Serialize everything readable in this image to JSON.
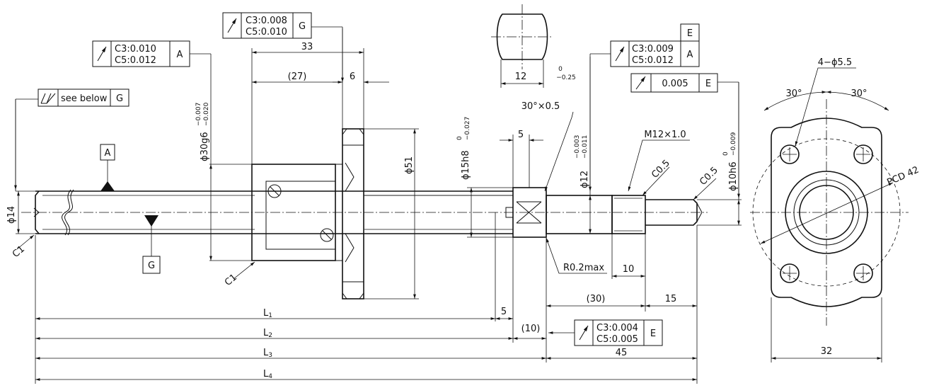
{
  "tolerance_frames": {
    "shaft_runout": {
      "line1": "C3:0.010",
      "line2": "C5:0.012",
      "datum": "A"
    },
    "flange_runout": {
      "line1": "C3:0.008",
      "line2": "C5:0.010",
      "datum": "G"
    },
    "support_runout": {
      "line1": "C3:0.009",
      "line2": "C5:0.012",
      "datum": "A"
    },
    "support_face": {
      "line1": "0.005",
      "datum": "E"
    },
    "end_runout": {
      "line1": "C3:0.004",
      "line2": "C5:0.005",
      "datum": "E"
    },
    "total_runout": {
      "text": "see below",
      "datum": "G"
    }
  },
  "datums": {
    "a": "A",
    "g": "G",
    "e": "E"
  },
  "dimensions": {
    "d33": "33",
    "d27": "(27)",
    "d6": "6",
    "d30": "ϕ30g6",
    "d30_up": "−0.007",
    "d30_lo": "−0.020",
    "d51": "ϕ51",
    "d14": "ϕ14",
    "c1a": "C1",
    "c1b": "C1",
    "d15": "ϕ15h8",
    "d15_up": "0",
    "d15_lo": "−0.027",
    "d5a": "5",
    "chamfer30": "30°×0.5",
    "d12": "ϕ12",
    "d12_up": "−0.003",
    "d12_lo": "−0.011",
    "m12": "M12×1.0",
    "c05a": "C0.5",
    "c05b": "C0.5",
    "d10": "ϕ10h6",
    "d10_up": "0",
    "d10_lo": "−0.009",
    "r02": "R0.2max",
    "d10len": "10",
    "d30p": "(30)",
    "d15len": "15",
    "d5b": "5",
    "d10p": "(10)",
    "d45": "45",
    "flat12": "12",
    "flat_up": "0",
    "flat_lo": "−0.25",
    "holes": "4−ϕ5.5",
    "ang1": "30°",
    "ang2": "30°",
    "pcd": "PCD 42",
    "d32": "32"
  },
  "lengths": {
    "l1": "L",
    "l1s": "1",
    "l2": "L",
    "l2s": "2",
    "l3": "L",
    "l3s": "3",
    "l4": "L",
    "l4s": "4"
  }
}
